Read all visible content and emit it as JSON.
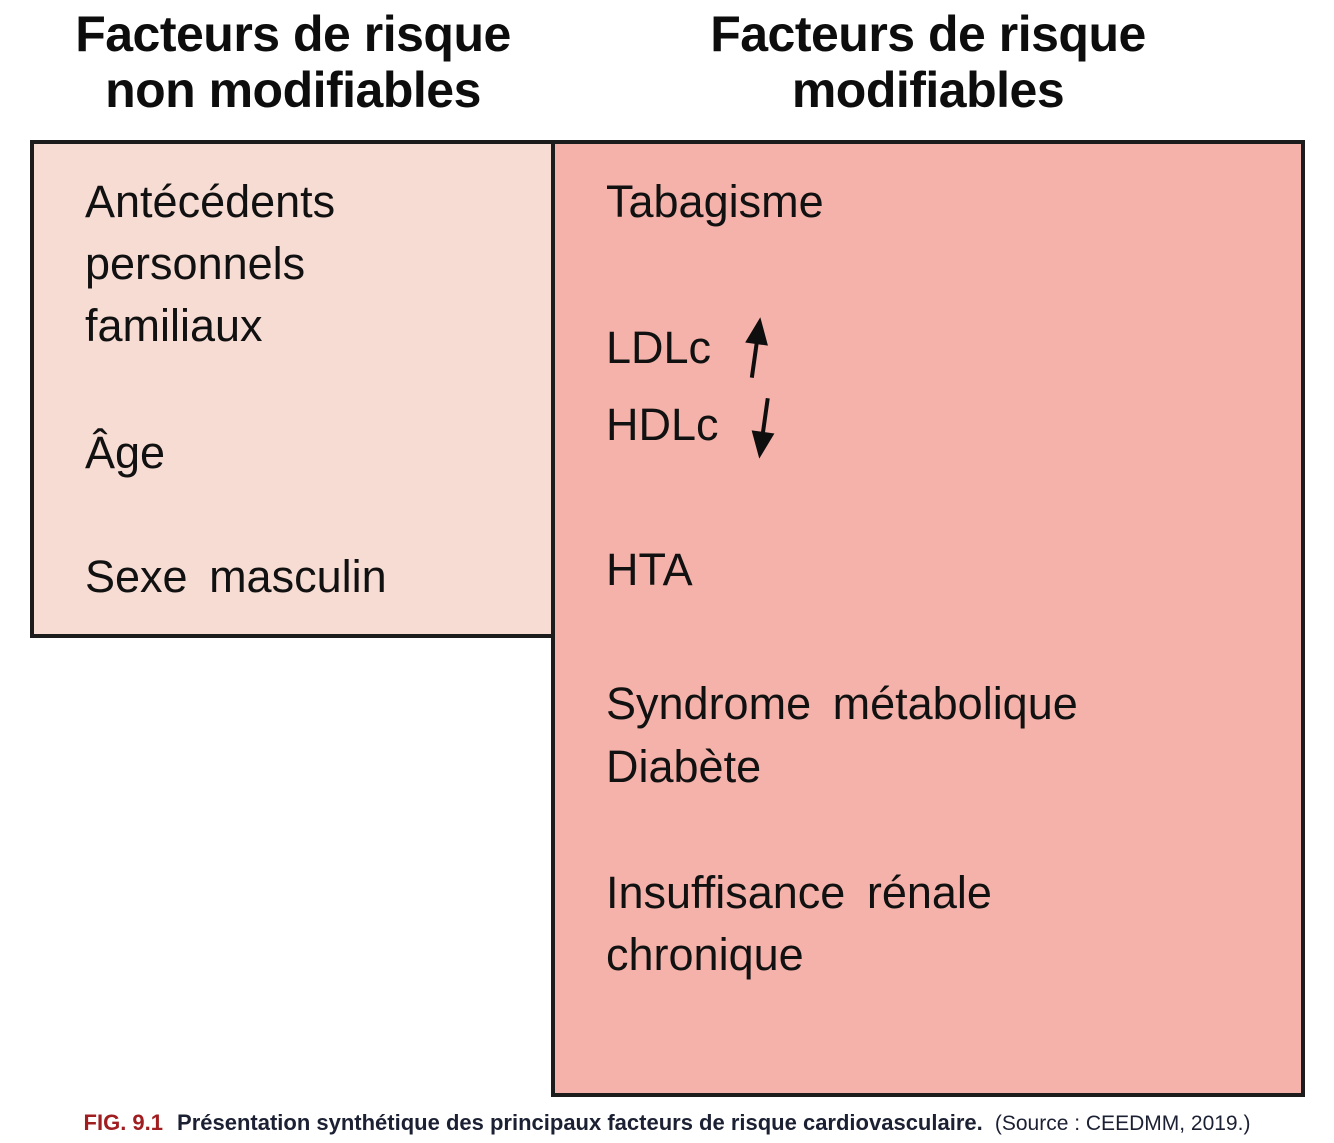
{
  "colors": {
    "left_box_fill": "#f7dcd4",
    "right_box_fill": "#f4b2aa",
    "border_color": "#1c1c1c",
    "caption_label_color": "#a01d20",
    "caption_text_color": "#1c2033"
  },
  "non_modifiable_column": {
    "heading_line1": "Facteurs de risque",
    "heading_line2": "non modifiables",
    "antecedents_line1": "Antécédents",
    "antecedents_line2": "personnels",
    "antecedents_line3": "familiaux",
    "age": "Âge",
    "sexe": "Sexe masculin"
  },
  "modifiable_column": {
    "heading_line1": "Facteurs de risque",
    "heading_line2": "modifiables",
    "tabagisme": "Tabagisme",
    "ldlc": "LDLc",
    "ldlc_arrow_icon": "up-arrow",
    "hdlc": "HDLc",
    "hdlc_arrow_icon": "down-arrow",
    "hta": "HTA",
    "syndrome_line1": "Syndrome métabolique",
    "syndrome_line2": "Diabète",
    "insuffisance_line1": "Insuffisance rénale",
    "insuffisance_line2": "chronique"
  },
  "caption": {
    "label": "FIG. 9.1",
    "title": "Présentation synthétique des principaux facteurs de risque cardiovasculaire.",
    "source": "(Source : CEEDMM, 2019.)"
  }
}
